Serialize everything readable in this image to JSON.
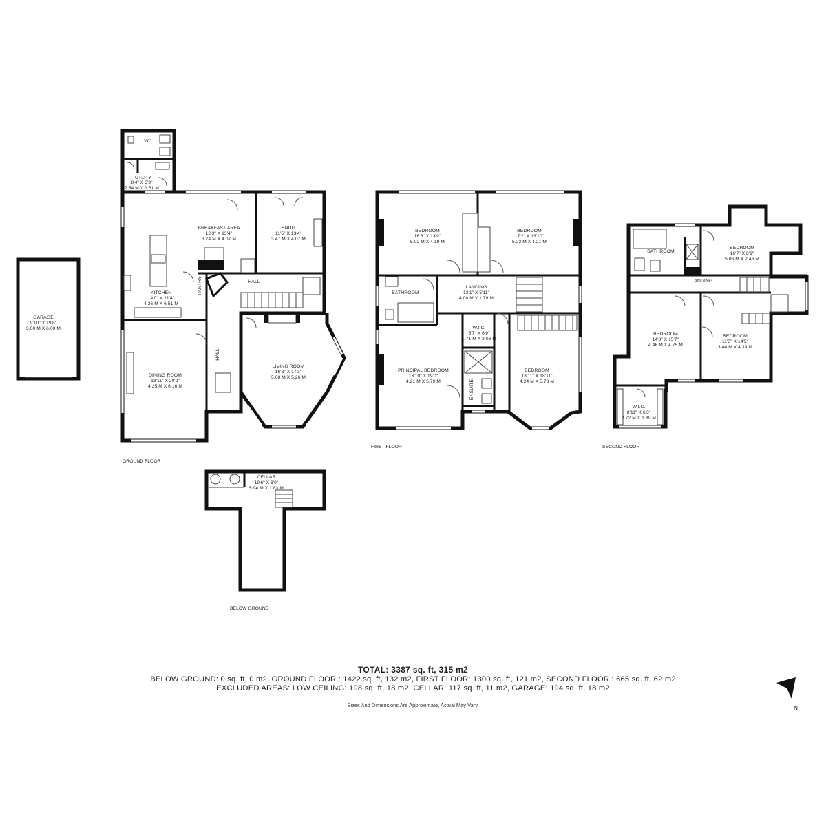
{
  "floors": {
    "ground": "GROUND FLOOR",
    "first": "FIRST FLOOR",
    "second": "SECOND FLOOR",
    "below": "BELOW GROUND"
  },
  "rooms": {
    "garage": {
      "name": "GARAGE",
      "imperial": "9'10\" X 19'8\"",
      "metric": "3.00 M X 6.00 M"
    },
    "wc": {
      "name": "WC"
    },
    "utility": {
      "name": "UTLITY",
      "imperial": "8'4\" X 5'3\"",
      "metric": "2.54 M X 1.61 M"
    },
    "breakfast": {
      "name": "BREAKFAST AREA",
      "imperial": "12'3\" X 13'4\"",
      "metric": "3.74 M X 4.07 M"
    },
    "snug": {
      "name": "SNUG",
      "imperial": "11'5\" X 13'4\"",
      "metric": "3.47 M X 4.07 M"
    },
    "kitchen": {
      "name": "KITCHEN",
      "imperial": "14'0\" X 21'4\"",
      "metric": "4.26 M X 6.51 M"
    },
    "pantry": {
      "name": "PANTRY"
    },
    "hall_upper": {
      "name": "HALL"
    },
    "hall_side": {
      "name": "HALL"
    },
    "dining": {
      "name": "DINING ROOM",
      "imperial": "13'11\" X 20'2\"",
      "metric": "4.25 M X 6.16 M"
    },
    "living": {
      "name": "LIVING ROOM",
      "imperial": "16'8\" X 17'3\"",
      "metric": "5.08 M X 5.26 M"
    },
    "cellar": {
      "name": "CELLAR",
      "imperial": "19'6\" X 6'0\"",
      "metric": "5.94 M X 1.83 M"
    },
    "ff_bed1": {
      "name": "BEDROOM",
      "imperial": "16'6\" X 13'9\"",
      "metric": "5.02 M X 4.19 M"
    },
    "ff_bed2": {
      "name": "BEDROOM",
      "imperial": "17'2\" X 13'10\"",
      "metric": "5.23 M X 4.21 M"
    },
    "ff_bath": {
      "name": "BATHROOM"
    },
    "ff_landing": {
      "name": "LANDING",
      "imperial": "13'1\" X 5'11\"",
      "metric": "4.00 M X 1.79 M"
    },
    "ff_wic": {
      "name": "W.I.C.",
      "imperial": "5'7\" X 6'9\"",
      "metric": "1.71 M X 2.06 M"
    },
    "ff_principal": {
      "name": "PRINCIPAL BEDROOM",
      "imperial": "13'10\" X 19'0\"",
      "metric": "4.21 M X 5.79 M"
    },
    "ff_ensuite": {
      "name": "ENSUITE"
    },
    "ff_bed3": {
      "name": "BEDROOM",
      "imperial": "13'11\" X 18'11\"",
      "metric": "4.24 M X 5.78 M"
    },
    "sf_bath": {
      "name": "BATHROOM"
    },
    "sf_bed1": {
      "name": "BEDROOM",
      "imperial": "16'7\" X 8'1\"",
      "metric": "5.06 M X 2.46 M"
    },
    "sf_landing": {
      "name": "LANDING"
    },
    "sf_bed2": {
      "name": "BEDROOM",
      "imperial": "14'8\" X 15'7\"",
      "metric": "4.46 M X 4.75 M"
    },
    "sf_bed3": {
      "name": "BEDROOM",
      "imperial": "11'3\" X 14'5\"",
      "metric": "3.44 M X 4.39 M"
    },
    "sf_wic": {
      "name": "W.I.C.",
      "imperial": "8'11\" X 6'3\"",
      "metric": "2.72 M X 1.89 M"
    }
  },
  "summary": {
    "total": "TOTAL: 3387 sq. ft, 315 m2",
    "line1": "BELOW GROUND: 0 sq. ft, 0 m2, GROUND FLOOR : 1422 sq. ft, 132 m2, FIRST FLOOR: 1300 sq. ft, 121 m2, SECOND FLOOR : 665 sq. ft, 62 m2",
    "line2": "EXCLUDED AREAS: LOW CEILING: 198 sq. ft, 18 m2, CELLAR: 117 sq. ft, 11 m2, GARAGE: 194 sq. ft, 18 m2",
    "disclaimer": "Sizes And Dimensions Are Approximate, Actual May Vary."
  },
  "compass": {
    "label": "N",
    "icon": "north-arrow-icon"
  }
}
